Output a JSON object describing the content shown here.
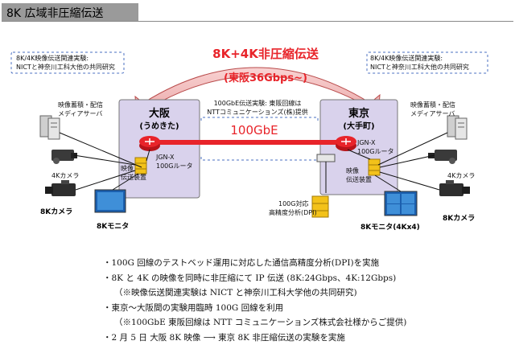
{
  "header": {
    "title": "8K 広域非圧縮伝送"
  },
  "arc": {
    "title": "8K+4K非圧縮伝送",
    "subtitle": "(東阪36Gbps~)"
  },
  "note_left": {
    "line1": "8K/4K映像伝送関連実験:",
    "line2": "NICTと神奈川工科大他の共同研究"
  },
  "note_right": {
    "line1": "8K/4K映像伝送関連実験:",
    "line2": "NICTと神奈川工科大他の共同研究"
  },
  "link_note": {
    "line1": "100GbE伝送実験: 東阪回線は",
    "line2": "NTTコミュニケーションズ(株)提供"
  },
  "link_label": "100GbE",
  "osaka": {
    "name": "大阪",
    "sub": "(うめきた)",
    "router_line1": "JGN-X",
    "router_line2": "100Gルータ",
    "device_line1": "映像",
    "device_line2": "伝送装置",
    "storage_line1": "映像蓄積・配信",
    "storage_line2": "メディアサーバ",
    "camera4k": "4Kカメラ",
    "camera8k": "8Kカメラ",
    "monitor": "8Kモニタ"
  },
  "tokyo": {
    "name": "東京",
    "sub": "(大手町)",
    "router_line1": "JGN-X",
    "router_line2": "100Gルータ",
    "device_line1": "映像",
    "device_line2": "伝送装置",
    "storage_line1": "映像蓄積・配信",
    "storage_line2": "メディアサーバ",
    "camera4k": "4Kカメラ",
    "camera8k": "8Kカメラ",
    "monitor": "8Kモニタ(4Kx4)",
    "dpi_line1": "100G対応",
    "dpi_line2": "高精度分析(DPI)"
  },
  "bullets": [
    "・100G 回線のテストベッド運用に対応した通信高精度分析(DPI)を実施",
    "・8K と 4K の映像を同時に非圧縮にて IP 伝送 (8K:24Gbps、4K:12Gbps)",
    "（※映像伝送関連実験は NICT と神奈川工科大学他の共同研究)",
    "・東京～大阪間の実験用臨時 100G 回線を利用",
    "（※100GbE 東阪回線は NTT コミュニケーションズ株式会社様からご提供)",
    "・2 月 5 日 大阪 8K 映像 ⟶ 東京 8K 非圧縮伝送の実験を実施"
  ],
  "colors": {
    "accent_red": "#e8242a",
    "node_fill": "#d9d2ec",
    "header_gray": "#9a9a9a",
    "dash_blue": "#4a6fc2"
  }
}
